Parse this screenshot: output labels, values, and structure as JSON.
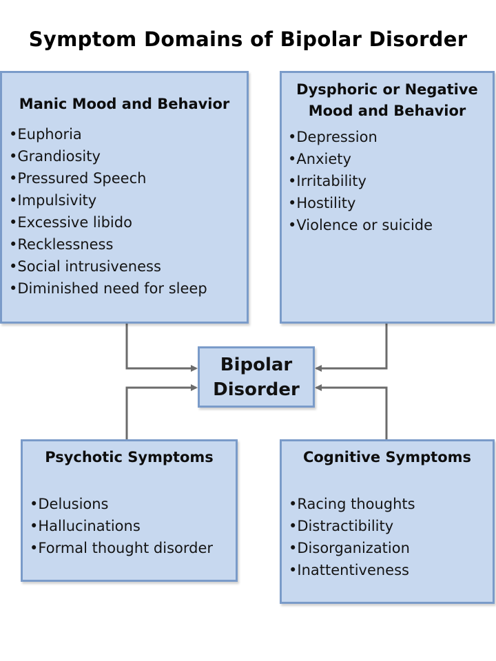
{
  "title": "Symptom Domains of Bipolar Disorder",
  "center": {
    "line1": "Bipolar",
    "line2": "Disorder"
  },
  "boxes": {
    "manic": {
      "heading": "Manic Mood and Behavior",
      "items": [
        "Euphoria",
        "Grandiosity",
        "Pressured Speech",
        "Impulsivity",
        "Excessive libido",
        "Recklessness",
        "Social intrusiveness",
        "Diminished need for sleep"
      ]
    },
    "dysphoric": {
      "heading_line1": "Dysphoric or Negative",
      "heading_line2": "Mood and Behavior",
      "items": [
        "Depression",
        "Anxiety",
        "Irritability",
        "Hostility",
        "Violence or suicide"
      ]
    },
    "psychotic": {
      "heading": "Psychotic Symptoms",
      "items": [
        "Delusions",
        "Hallucinations",
        "Formal thought disorder"
      ]
    },
    "cognitive": {
      "heading": "Cognitive Symptoms",
      "items": [
        "Racing thoughts",
        "Distractibility",
        "Disorganization",
        "Inattentiveness"
      ]
    }
  },
  "colors": {
    "box_fill": "#c7d8ef",
    "box_border": "#7a9bc9",
    "connector": "#6b6b6b"
  }
}
